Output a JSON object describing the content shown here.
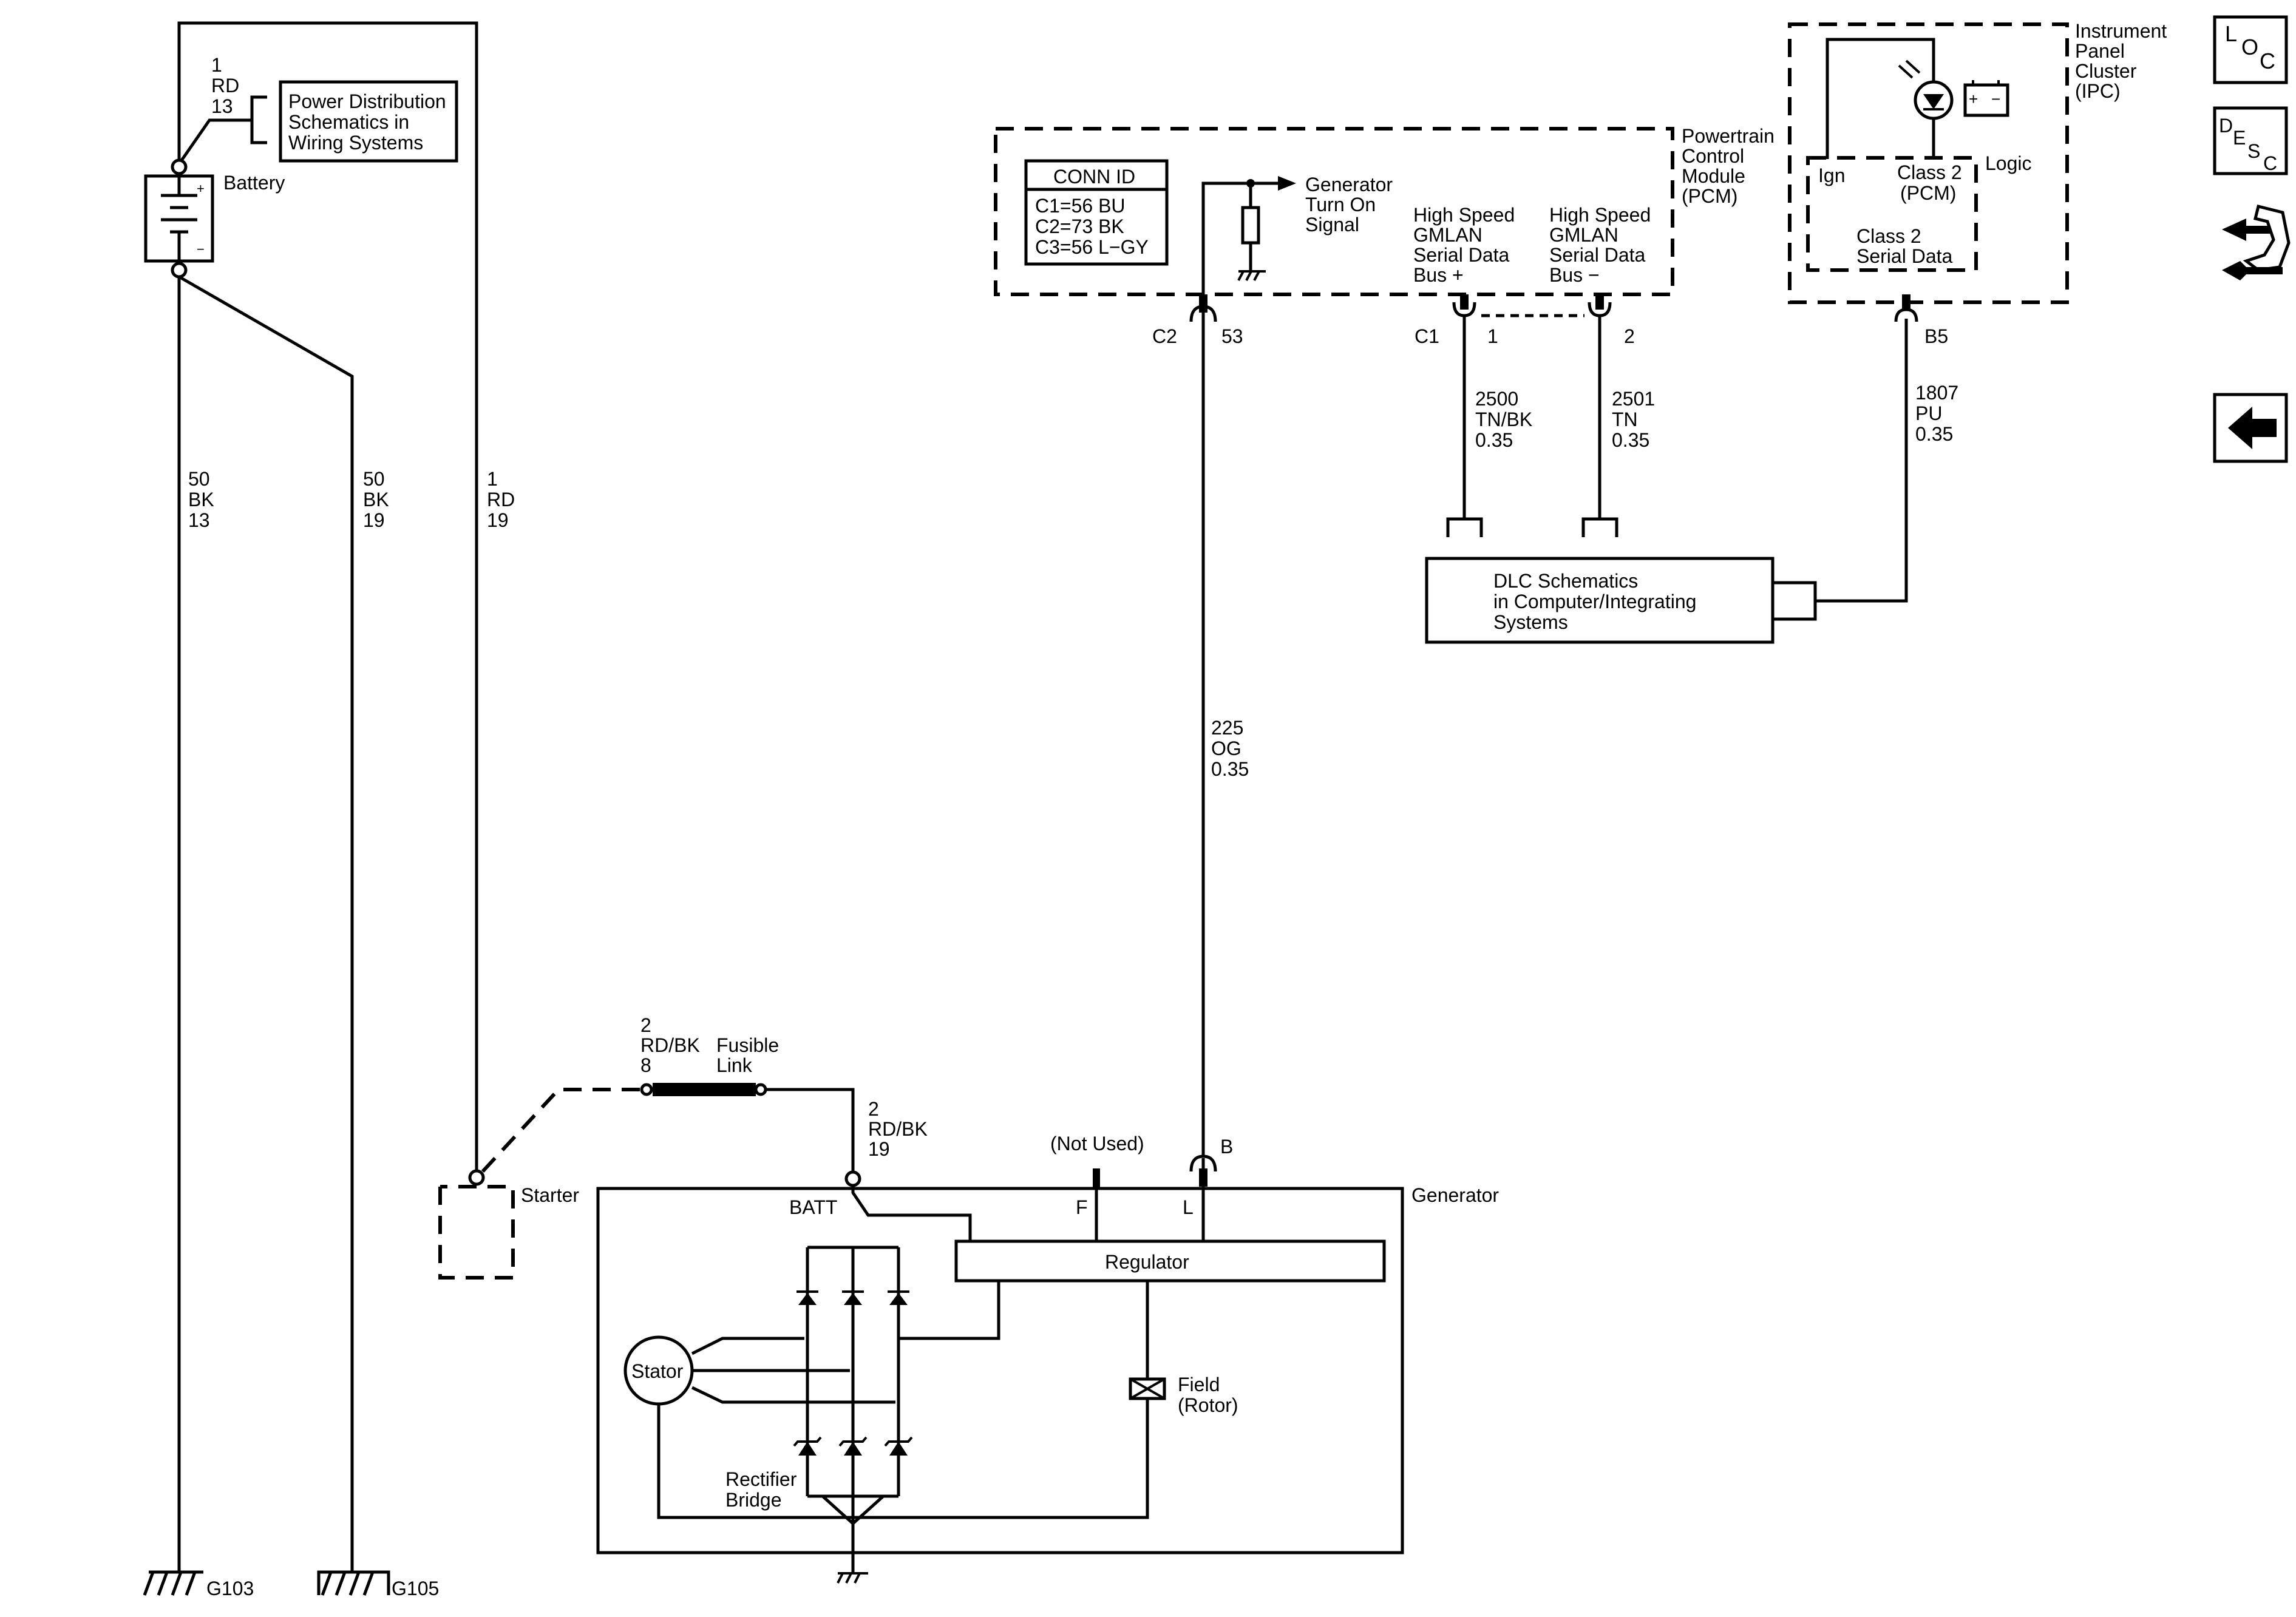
{
  "nav": {
    "loc_letters": [
      "L",
      "O",
      "C"
    ],
    "desc_letters": [
      "D",
      "E",
      "S",
      "C"
    ]
  },
  "battery": {
    "label": "Battery",
    "pos": "+",
    "neg": "−",
    "wire_top": [
      "1",
      "RD",
      "13"
    ]
  },
  "power_dist": {
    "lines": [
      "Power Distribution",
      "Schematics in",
      "Wiring Systems"
    ]
  },
  "wires": {
    "bk_13": [
      "50",
      "BK",
      "13"
    ],
    "bk_19": [
      "50",
      "BK",
      "19"
    ],
    "rd_19": [
      "1",
      "RD",
      "19"
    ],
    "og": [
      "225",
      "OG",
      "0.35"
    ],
    "tnbk": [
      "2500",
      "TN/BK",
      "0.35"
    ],
    "tn": [
      "2501",
      "TN",
      "0.35"
    ],
    "pu": [
      "1807",
      "PU",
      "0.35"
    ],
    "fusible": [
      "2",
      "RD/BK",
      "8"
    ],
    "batt_wire": [
      "2",
      "RD/BK",
      "19"
    ]
  },
  "grounds": {
    "g103": "G103",
    "g105": "G105"
  },
  "pcm": {
    "name": [
      "Powertrain",
      "Control",
      "Module",
      "(PCM)"
    ],
    "conn_title": "CONN ID",
    "conn_lines": [
      "C1=56 BU",
      "C2=73 BK",
      "C3=56 L−GY"
    ],
    "gen_signal": [
      "Generator",
      "Turn On",
      "Signal"
    ],
    "hs_plus": [
      "High Speed",
      "GMLAN",
      "Serial Data",
      "Bus +"
    ],
    "hs_minus": [
      "High Speed",
      "GMLAN",
      "Serial Data",
      "Bus −"
    ],
    "pins": {
      "c2": "C2",
      "p53": "53",
      "c1": "C1",
      "p1": "1",
      "p2": "2"
    }
  },
  "ipc": {
    "name": [
      "Instrument",
      "Panel",
      "Cluster",
      "(IPC)"
    ],
    "logic": "Logic",
    "ign": "Ign",
    "class2_pcm": [
      "Class 2",
      "(PCM)"
    ],
    "class2_sd": [
      "Class 2",
      "Serial Data"
    ],
    "pin_b5": "B5",
    "bat_plus": "+",
    "bat_minus": "−"
  },
  "dlc": {
    "lines": [
      "DLC Schematics",
      "in Computer/Integrating",
      "Systems"
    ]
  },
  "fuse_label": [
    "Fusible",
    "Link"
  ],
  "starter": "Starter",
  "generator": {
    "label": "Generator",
    "batt": "BATT",
    "not_used": "(Not Used)",
    "pin_f": "F",
    "pin_l": "L",
    "pin_b": "B",
    "regulator": "Regulator",
    "stator": "Stator",
    "field": [
      "Field",
      "(Rotor)"
    ],
    "rectifier": [
      "Rectifier",
      "Bridge"
    ]
  }
}
